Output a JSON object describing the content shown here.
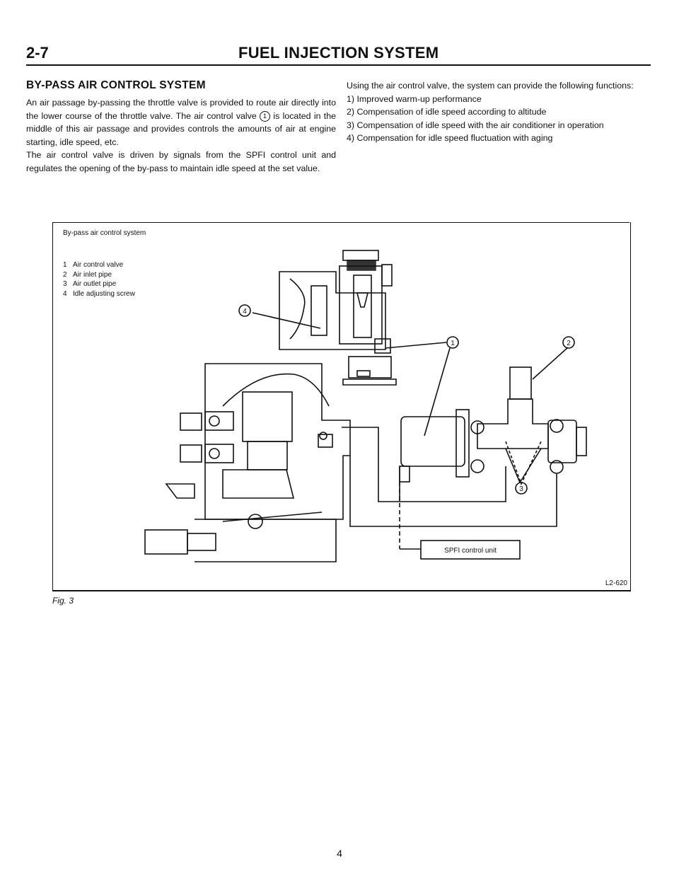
{
  "header": {
    "page_number": "2-7",
    "title": "FUEL INJECTION SYSTEM"
  },
  "section": {
    "heading": "BY-PASS AIR CONTROL SYSTEM",
    "para1_a": "An air passage by-passing the throttle valve is provided to route air directly into the lower course of the throttle valve. The air control valve ",
    "para1_ref": "1",
    "para1_b": " is located in the middle of this air passage and provides controls the amounts of air at engine starting, idle speed, etc.",
    "para2": "The air control valve is driven by signals from the SPFI control unit and regulates the opening of the by-pass to maintain idle speed at the set value.",
    "intro": "Using the air control valve, the system can provide the following functions:",
    "functions": [
      "1)  Improved warm-up performance",
      "2)  Compensation of idle speed according to altitude",
      "3)  Compensation of idle speed with the air conditioner in operation",
      "4)  Compensation for idle speed fluctuation with aging"
    ]
  },
  "figure": {
    "caption_title": "By-pass air control system",
    "legend": [
      {
        "num": "1",
        "label": "Air control valve"
      },
      {
        "num": "2",
        "label": "Air inlet pipe"
      },
      {
        "num": "3",
        "label": "Air outlet pipe"
      },
      {
        "num": "4",
        "label": "Idle adjusting screw"
      }
    ],
    "callouts": {
      "c1": "1",
      "c2": "2",
      "c3": "3",
      "c4": "4"
    },
    "control_unit_label": "SPFI control unit",
    "code": "L2-620",
    "fig_number": "Fig. 3"
  },
  "footer": {
    "page": "4"
  }
}
